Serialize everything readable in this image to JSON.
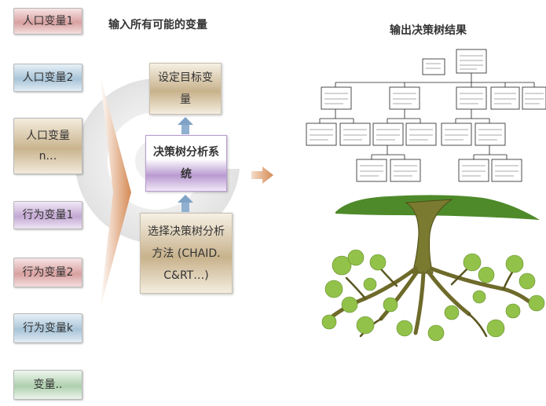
{
  "headings": {
    "input": "输入所有可能的变量",
    "output": "输出决策树结果"
  },
  "variables": [
    {
      "label": "人口变量1",
      "color": "#d9a0a0"
    },
    {
      "label": "人口变量2",
      "color": "#a8c4d8"
    },
    {
      "label": "人口变量n…",
      "color": "#c9b48e"
    },
    {
      "label": "行为变量1",
      "color": "#c3a8d3"
    },
    {
      "label": "行为变量2",
      "color": "#d9a0a0"
    },
    {
      "label": "行为变量k",
      "color": "#a8c4d8"
    },
    {
      "label": "变量..",
      "color": "#aed0ae"
    }
  ],
  "process": {
    "target": "设定目标变量",
    "system": "决策树分析系统",
    "method": "选择决策树分析方法 (CHAID. C&RT…)"
  }
}
